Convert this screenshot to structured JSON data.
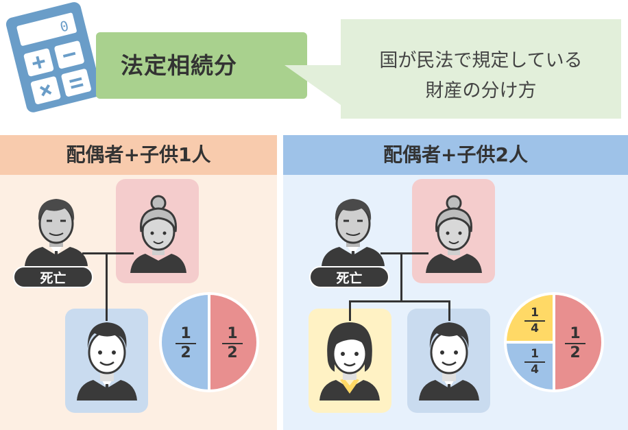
{
  "header": {
    "title": "法定相続分",
    "definition_line1": "国が民法で規定している",
    "definition_line2": "財産の分け方",
    "calculator_display": "0"
  },
  "left_panel": {
    "title": "配偶者+子供1人",
    "deceased_label": "死亡",
    "pie": [
      {
        "numerator": "1",
        "denominator": "2",
        "color": "#9ec2e8"
      },
      {
        "numerator": "1",
        "denominator": "2",
        "color": "#e88f8f"
      }
    ]
  },
  "right_panel": {
    "title": "配偶者+子供2人",
    "deceased_label": "死亡",
    "pie": [
      {
        "numerator": "1",
        "denominator": "4",
        "color": "#ffd966"
      },
      {
        "numerator": "1",
        "denominator": "4",
        "color": "#9ec2e8"
      },
      {
        "numerator": "1",
        "denominator": "2",
        "color": "#e88f8f"
      }
    ]
  },
  "colors": {
    "title_bubble": "#a9d18e",
    "definition_bubble": "#e2efda",
    "left_panel_bg": "#fdefe3",
    "left_panel_header": "#f8cbad",
    "right_panel_bg": "#e7f1fc",
    "right_panel_header": "#9ec2e8",
    "calculator": "#6a9dc8"
  }
}
